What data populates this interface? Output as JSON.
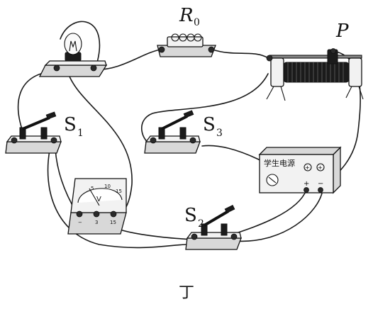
{
  "labels": {
    "r0": "R",
    "r0_sub": "0",
    "p": "P",
    "s1": "S",
    "s1_sub": "1",
    "s2": "S",
    "s2_sub": "2",
    "s3": "S",
    "s3_sub": "3",
    "caption": "丁"
  },
  "power_supply": {
    "name": "学生电源",
    "plus": "+",
    "minus": "−"
  },
  "voltmeter": {
    "symbol": "V",
    "scale": [
      "5",
      "10",
      "15"
    ],
    "terminals": [
      "−",
      "3",
      "15"
    ]
  }
}
